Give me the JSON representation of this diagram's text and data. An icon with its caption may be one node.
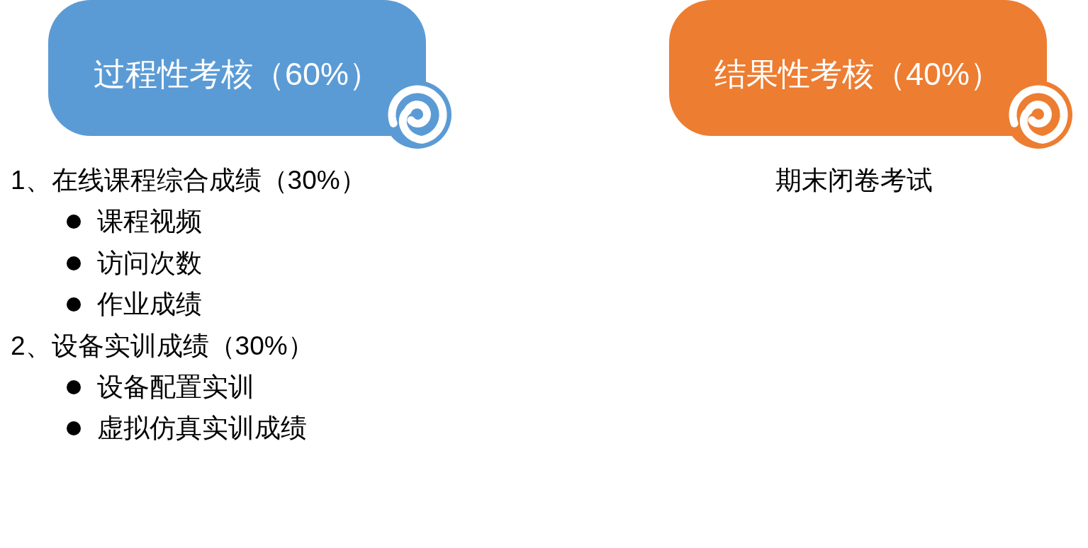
{
  "diagram": {
    "nodes": [
      {
        "text": [
          "过程性考核（60%）"
        ]
      },
      {
        "text": [
          "结果性考核（40%）"
        ]
      }
    ],
    "labels": [
      "1、在线课程综合成绩（30%）",
      "课程视频",
      "访问次数",
      "作业成绩",
      "2、设备实训成绩（30%）",
      "设备配置实训",
      "虚拟仿真实训成绩",
      "期末闭卷考试"
    ]
  }
}
